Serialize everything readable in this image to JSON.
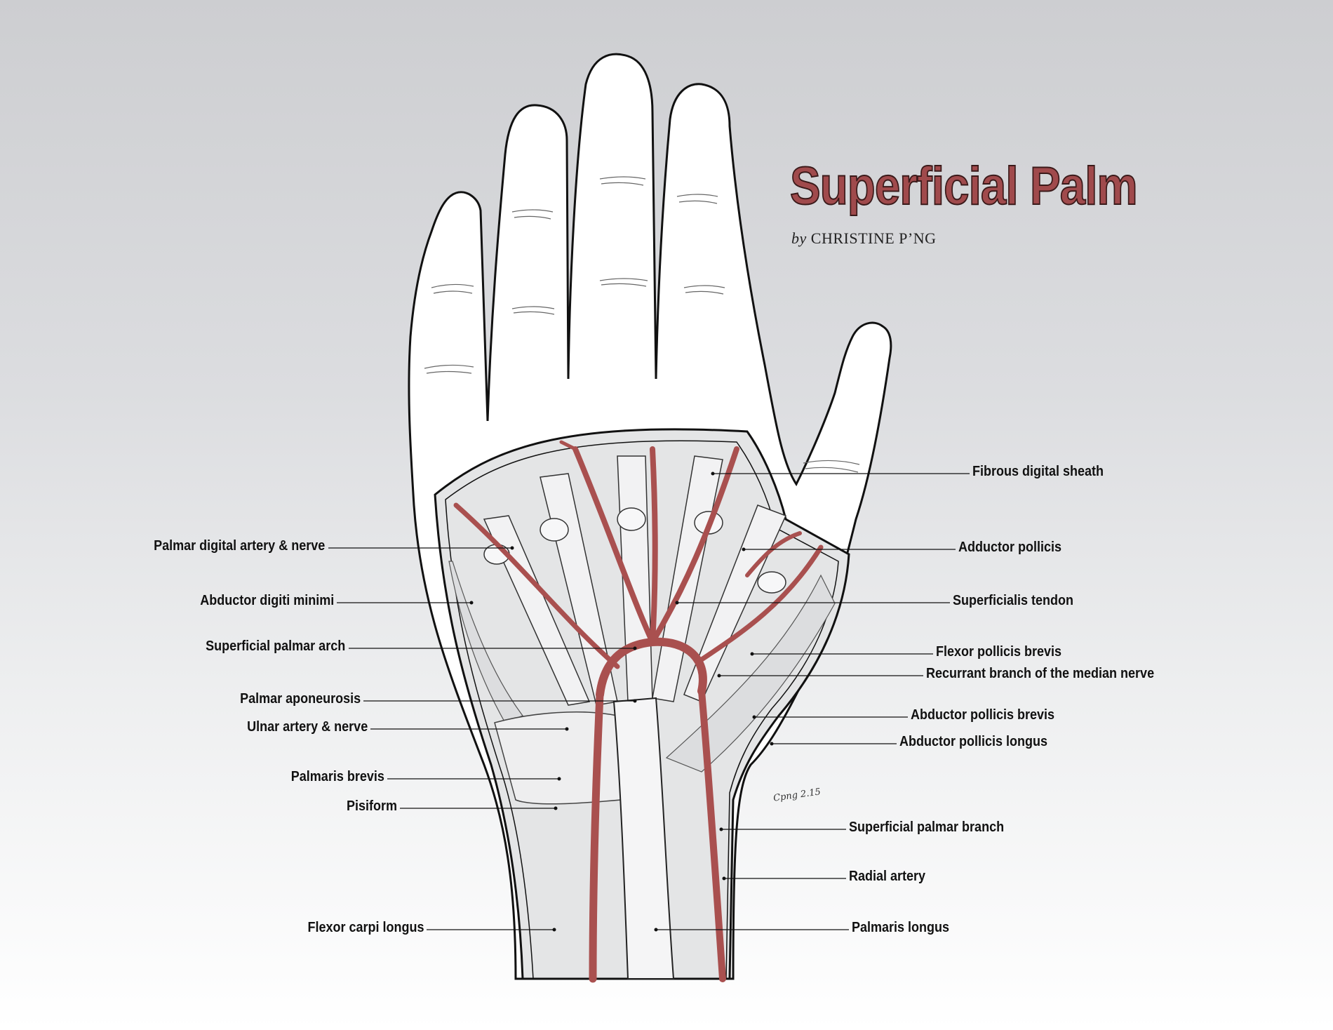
{
  "title": "Superficial Palm",
  "byline": {
    "by": "by",
    "author": "CHRISTINE P’NG"
  },
  "signature": "Cpng 2.15",
  "colors": {
    "artery": "#a9504f",
    "title": "#a04a4c",
    "outline": "#111111",
    "skin": "#ffffff",
    "tissue": "#e8e9ea"
  },
  "labels_left": [
    "Palmar digital artery & nerve",
    "Abductor digiti minimi",
    "Superficial palmar arch",
    "Palmar aponeurosis",
    "Ulnar artery & nerve",
    "Palmaris brevis",
    "Pisiform",
    "Flexor carpi longus"
  ],
  "labels_right": [
    "Fibrous digital sheath",
    "Adductor pollicis",
    "Superficialis tendon",
    "Flexor pollicis brevis",
    "Recurrant branch of the median nerve",
    "Abductor pollicis brevis",
    "Abductor pollicis longus",
    "Superficial palmar branch",
    "Radial artery",
    "Palmaris longus"
  ]
}
